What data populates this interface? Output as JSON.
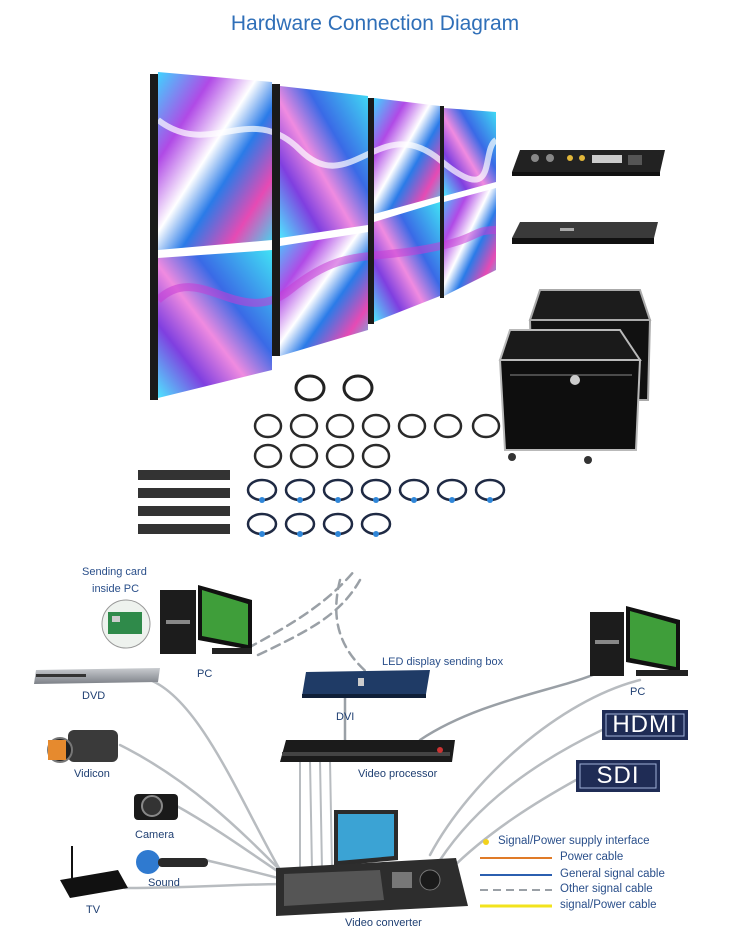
{
  "title": "Hardware Connection Diagram",
  "labels": {
    "sending_card": "Sending card",
    "inside_pc": "inside PC",
    "pc_left": "PC",
    "pc_right": "PC",
    "dvd": "DVD",
    "vidicon": "Vidicon",
    "camera": "Camera",
    "sound": "Sound",
    "tv": "TV",
    "led_box": "LED display sending box",
    "dvi": "DVI",
    "video_processor": "Video processor",
    "video_converter": "Video converter",
    "hdmi": "HDMI",
    "sdi": "SDI"
  },
  "legend": [
    {
      "label": "Signal/Power supply interface",
      "color": "#f2d21c"
    },
    {
      "label": "Power cable",
      "color": "#e07b28"
    },
    {
      "label": "General signal cable",
      "color": "#2b5fb0"
    },
    {
      "label": "Other signal cable",
      "color": "#9aa0a6"
    },
    {
      "label": "signal/Power cable",
      "color": "#f2e31c"
    }
  ]
}
